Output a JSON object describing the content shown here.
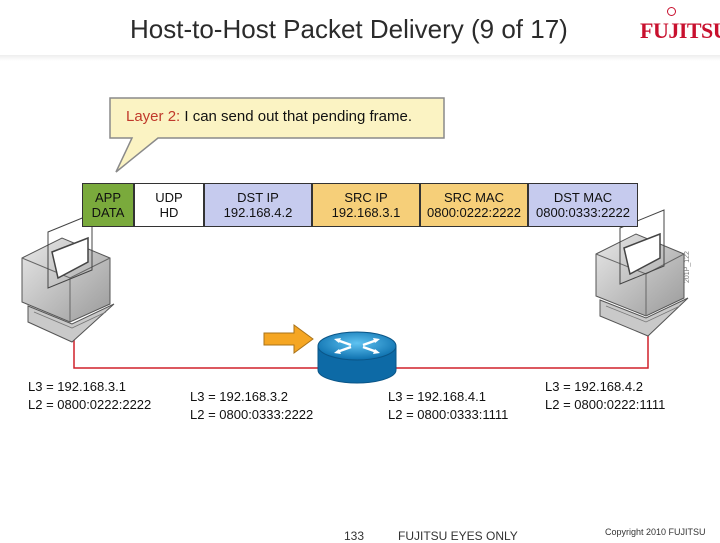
{
  "header": {
    "title": "Host-to-Host Packet Delivery (9 of 17)",
    "logo": "FUJITSU"
  },
  "callout": {
    "label": "Layer 2:",
    "message": " I can send out that pending frame."
  },
  "frame": [
    {
      "lines": [
        "APP",
        "DATA"
      ],
      "color": "#7aaa3c"
    },
    {
      "lines": [
        "UDP",
        "HD"
      ],
      "color": "#ffffff"
    },
    {
      "lines": [
        "DST IP",
        "192.168.4.2"
      ],
      "color": "#c6cbee"
    },
    {
      "lines": [
        "SRC IP",
        "192.168.3.1"
      ],
      "color": "#f6cf79"
    },
    {
      "lines": [
        "SRC MAC",
        "0800:0222:2222"
      ],
      "color": "#f6cf79"
    },
    {
      "lines": [
        "DST MAC",
        "0800:0333:2222"
      ],
      "color": "#c6cbee"
    }
  ],
  "side_code": "201P_122",
  "addresses": {
    "host_a": {
      "l3": "L3 = 192.168.3.1",
      "l2": "L2 = 0800:0222:2222"
    },
    "router_left": {
      "l3": "L3 = 192.168.3.2",
      "l2": "L2 = 0800:0333:2222"
    },
    "router_right": {
      "l3": "L3 = 192.168.4.1",
      "l2": "L2 = 0800:0333:1111"
    },
    "host_b": {
      "l3": "L3 = 192.168.4.2",
      "l2": "L2 = 0800:0222:1111"
    }
  },
  "footer": {
    "page": "133",
    "label": "FUJITSU EYES ONLY",
    "copyright": "Copyright 2010 FUJITSU"
  },
  "colors": {
    "link": "#d0202a",
    "router": "#1b8fd1",
    "arrow": "#f5a623"
  }
}
